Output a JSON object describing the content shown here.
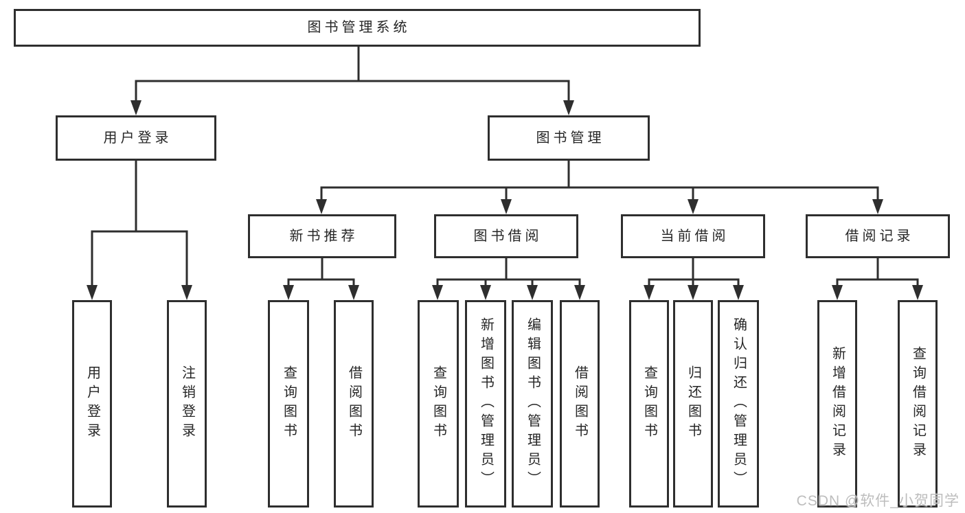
{
  "colors": {
    "background": "#ffffff",
    "line": "#2e2e2e",
    "box_border": "#2e2e2e",
    "box_fill": "#ffffff",
    "text": "#262626",
    "watermark": "#bdbdbd"
  },
  "tree": {
    "root": {
      "label": "图书管理系统"
    },
    "branches": [
      {
        "label": "用户登录",
        "children": [
          {
            "label": "用户登录"
          },
          {
            "label": "注销登录"
          }
        ]
      },
      {
        "label": "图书管理",
        "children": [
          {
            "label": "新书推荐",
            "children": [
              {
                "label": "查询图书"
              },
              {
                "label": "借阅图书"
              }
            ]
          },
          {
            "label": "图书借阅",
            "children": [
              {
                "label": "查询图书"
              },
              {
                "label": "新增图书（管理员）"
              },
              {
                "label": "编辑图书（管理员）"
              },
              {
                "label": "借阅图书"
              }
            ]
          },
          {
            "label": "当前借阅",
            "children": [
              {
                "label": "查询图书"
              },
              {
                "label": "归还图书"
              },
              {
                "label": "确认归还（管理员）"
              }
            ]
          },
          {
            "label": "借阅记录",
            "children": [
              {
                "label": "新增借阅记录"
              },
              {
                "label": "查询借阅记录"
              }
            ]
          }
        ]
      }
    ]
  },
  "watermark": {
    "text": "CSDN @软件_小贺同学"
  }
}
